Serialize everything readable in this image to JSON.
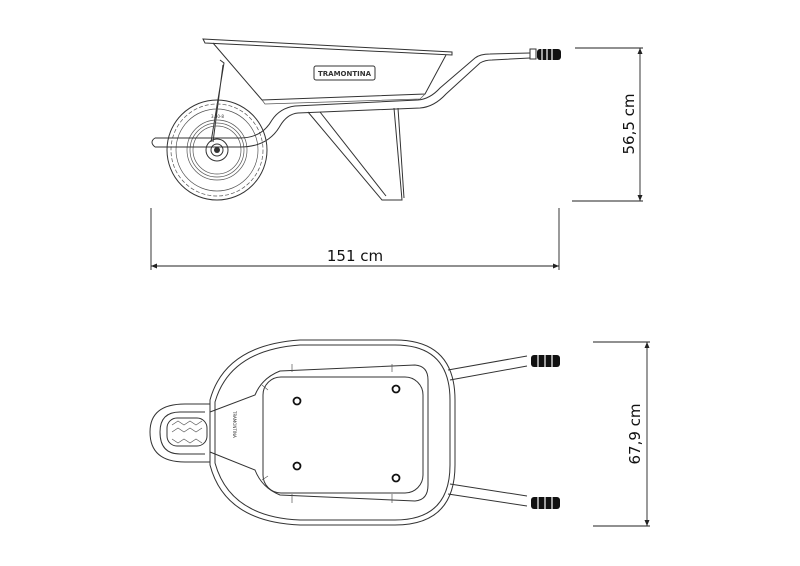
{
  "title": "Wheelbarrow technical dimensions drawing",
  "brand_logo": "TRAMONTINA",
  "tire_marking": "3.50-8",
  "dimensions": {
    "length": "151 cm",
    "height": "56,5 cm",
    "width": "67,9 cm"
  },
  "colors": {
    "line": "#333333",
    "background": "#ffffff",
    "grip": "#111111"
  }
}
